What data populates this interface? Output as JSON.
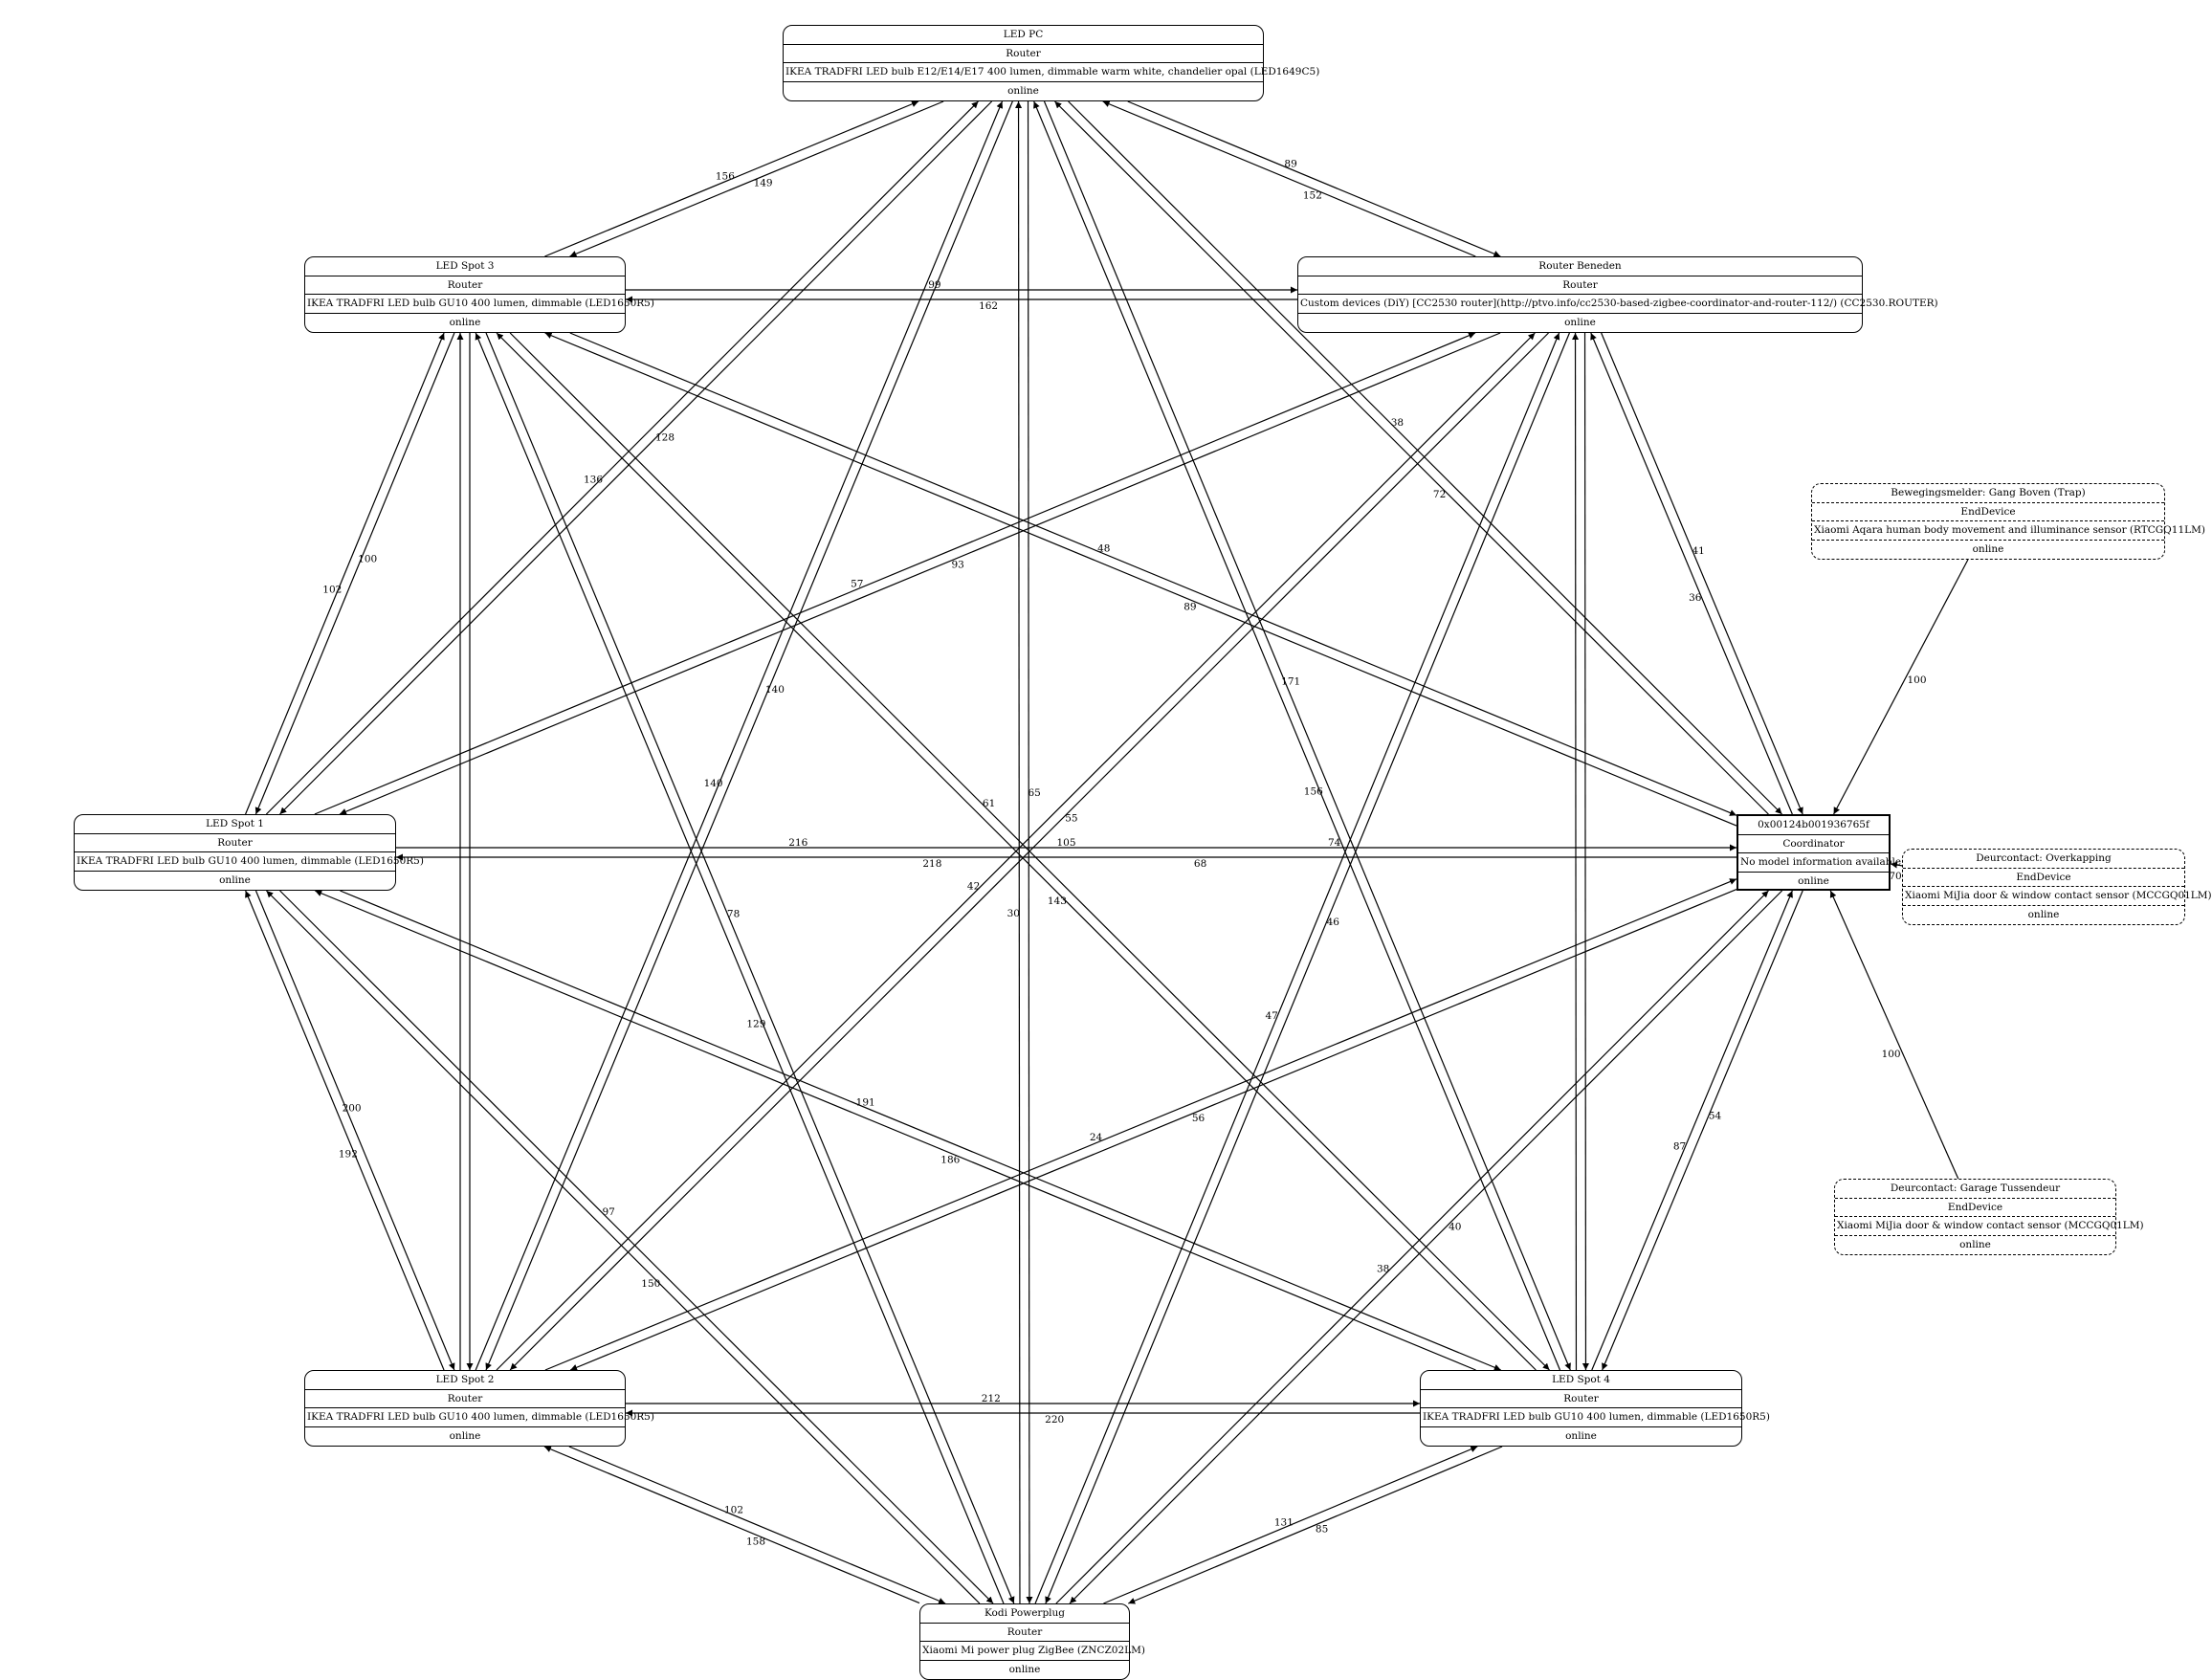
{
  "diagram": {
    "nodes": [
      {
        "id": "led_pc",
        "title": "LED PC",
        "type": "Router",
        "model": "IKEA TRADFRI LED bulb E12/E14/E17 400 lumen, dimmable warm white, chandelier opal (LED1649C5)",
        "status": "online",
        "style": "solid"
      },
      {
        "id": "led_spot_3",
        "title": "LED Spot 3",
        "type": "Router",
        "model": "IKEA TRADFRI LED bulb GU10 400 lumen, dimmable (LED1650R5)",
        "status": "online",
        "style": "solid"
      },
      {
        "id": "router_beneden",
        "title": "Router Beneden",
        "type": "Router",
        "model": "Custom devices (DiY) [CC2530 router](http://ptvo.info/cc2530-based-zigbee-coordinator-and-router-112/) (CC2530.ROUTER)",
        "status": "online",
        "style": "solid"
      },
      {
        "id": "led_spot_1",
        "title": "LED Spot 1",
        "type": "Router",
        "model": "IKEA TRADFRI LED bulb GU10 400 lumen, dimmable (LED1650R5)",
        "status": "online",
        "style": "solid"
      },
      {
        "id": "coordinator",
        "title": "0x00124b001936765f",
        "type": "Coordinator",
        "model": "No model information available",
        "status": "online",
        "style": "coordinator"
      },
      {
        "id": "led_spot_2",
        "title": "LED Spot 2",
        "type": "Router",
        "model": "IKEA TRADFRI LED bulb GU10 400 lumen, dimmable (LED1650R5)",
        "status": "online",
        "style": "solid"
      },
      {
        "id": "led_spot_4",
        "title": "LED Spot 4",
        "type": "Router",
        "model": "IKEA TRADFRI LED bulb GU10 400 lumen, dimmable (LED1650R5)",
        "status": "online",
        "style": "solid"
      },
      {
        "id": "kodi",
        "title": "Kodi Powerplug",
        "type": "Router",
        "model": "Xiaomi Mi power plug ZigBee (ZNCZ02LM)",
        "status": "online",
        "style": "solid"
      },
      {
        "id": "bewegingsmelder",
        "title": "Bewegingsmelder: Gang Boven (Trap)",
        "type": "EndDevice",
        "model": "Xiaomi Aqara human body movement and illuminance sensor (RTCGQ11LM)",
        "status": "online",
        "style": "dashed"
      },
      {
        "id": "deur_overkapping",
        "title": "Deurcontact: Overkapping",
        "type": "EndDevice",
        "model": "Xiaomi MiJia door & window contact sensor (MCCGQ01LM)",
        "status": "online",
        "style": "dashed"
      },
      {
        "id": "deur_garage",
        "title": "Deurcontact: Garage Tussendeur",
        "type": "EndDevice",
        "model": "Xiaomi MiJia door & window contact sensor (MCCGQ01LM)",
        "status": "online",
        "style": "dashed"
      }
    ],
    "edges": [
      {
        "from": "led_spot_3",
        "to": "led_pc",
        "labels": [
          "156",
          "149"
        ]
      },
      {
        "from": "router_beneden",
        "to": "led_pc",
        "labels": [
          "152",
          "89"
        ]
      },
      {
        "from": "led_spot_3",
        "to": "router_beneden",
        "labels": [
          "99",
          "162"
        ]
      },
      {
        "from": "led_spot_1",
        "to": "led_pc",
        "labels": [
          "136",
          "128"
        ]
      },
      {
        "from": "coordinator",
        "to": "led_pc",
        "labels": [
          "72",
          "38"
        ]
      },
      {
        "from": "led_spot_1",
        "to": "led_spot_3",
        "labels": [
          "102",
          "100"
        ]
      },
      {
        "from": "led_spot_1",
        "to": "router_beneden",
        "labels": [
          "57",
          "93"
        ]
      },
      {
        "from": "coordinator",
        "to": "led_spot_3",
        "labels": [
          "89",
          "48"
        ]
      },
      {
        "from": "coordinator",
        "to": "router_beneden",
        "labels": [
          "36",
          "41"
        ]
      },
      {
        "from": "led_spot_2",
        "to": "led_pc",
        "labels": [
          "140",
          "140"
        ]
      },
      {
        "from": "led_spot_4",
        "to": "led_pc",
        "labels": [
          "156",
          "171"
        ]
      },
      {
        "from": "kodi",
        "to": "led_pc",
        "labels": [
          "30",
          "65"
        ]
      },
      {
        "from": "led_spot_4",
        "to": "led_spot_3",
        "labels": [
          "143",
          "61"
        ]
      },
      {
        "from": "led_spot_2",
        "to": "router_beneden",
        "labels": [
          "42",
          "55"
        ]
      },
      {
        "from": "led_spot_1",
        "to": "coordinator",
        "labels": [
          "216",
          "218",
          "105",
          "68",
          "74"
        ]
      },
      {
        "from": "led_spot_2",
        "to": "led_spot_3",
        "labels": []
      },
      {
        "from": "kodi",
        "to": "led_spot_3",
        "labels": [
          "129",
          "78"
        ]
      },
      {
        "from": "led_spot_4",
        "to": "router_beneden",
        "labels": []
      },
      {
        "from": "kodi",
        "to": "router_beneden",
        "labels": [
          "47",
          "46"
        ]
      },
      {
        "from": "bewegingsmelder",
        "to": "coordinator",
        "labels": [
          "100"
        ]
      },
      {
        "from": "deur_overkapping",
        "to": "coordinator",
        "labels": [
          "70"
        ]
      },
      {
        "from": "deur_garage",
        "to": "coordinator",
        "labels": [
          "100"
        ]
      },
      {
        "from": "led_spot_2",
        "to": "led_spot_1",
        "labels": [
          "192",
          "200"
        ]
      },
      {
        "from": "led_spot_4",
        "to": "led_spot_1",
        "labels": [
          "186",
          "191"
        ]
      },
      {
        "from": "kodi",
        "to": "led_spot_1",
        "labels": [
          "150",
          "97"
        ]
      },
      {
        "from": "led_spot_2",
        "to": "coordinator",
        "labels": [
          "24",
          "56"
        ]
      },
      {
        "from": "led_spot_4",
        "to": "coordinator",
        "labels": [
          "87",
          "54"
        ]
      },
      {
        "from": "kodi",
        "to": "coordinator",
        "labels": [
          "38",
          "40"
        ]
      },
      {
        "from": "led_spot_2",
        "to": "led_spot_4",
        "labels": [
          "212",
          "220"
        ]
      },
      {
        "from": "kodi",
        "to": "led_spot_2",
        "labels": [
          "158",
          "102"
        ]
      },
      {
        "from": "kodi",
        "to": "led_spot_4",
        "labels": [
          "131",
          "85"
        ]
      }
    ]
  }
}
